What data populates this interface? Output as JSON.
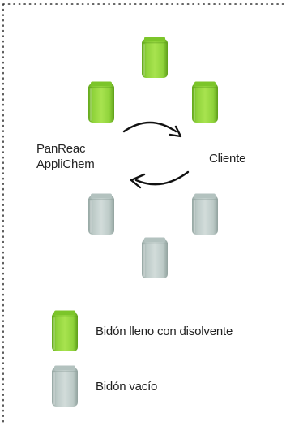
{
  "diagram": {
    "left_party": [
      "PanReac",
      "AppliChem"
    ],
    "right_party": "Cliente",
    "full_color": "#8cd132",
    "full_edge": "#6aa922",
    "empty_color": "#bdcbc8",
    "empty_edge": "#98aaa6"
  },
  "legend": {
    "full_label": "Bidón lleno con disolvente",
    "empty_label": "Bidón vacío"
  },
  "icons": {
    "full": "full-drum-icon",
    "empty": "empty-drum-icon",
    "flow_right": "curved-arrow-right-icon",
    "flow_left": "curved-arrow-left-icon"
  }
}
